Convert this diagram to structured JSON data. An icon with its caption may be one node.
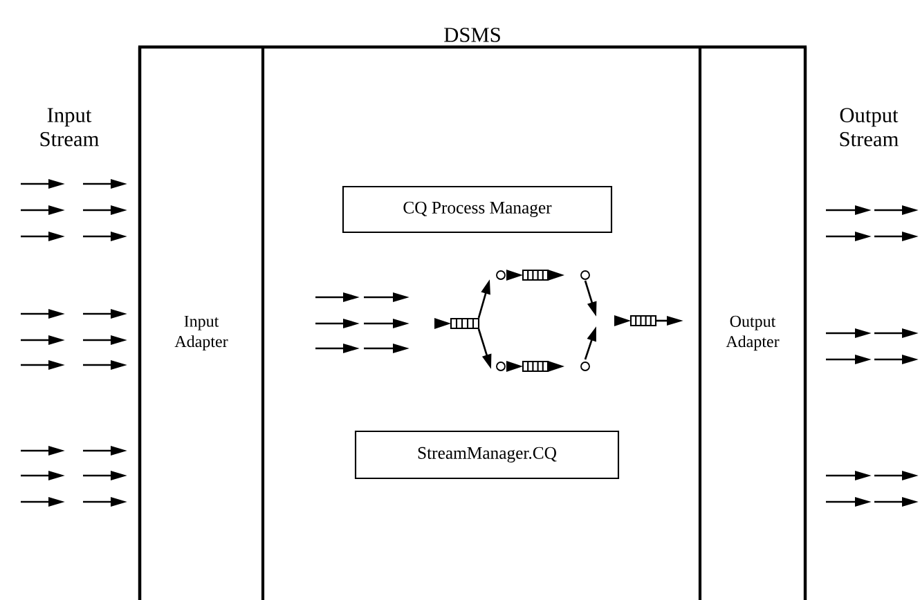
{
  "diagram": {
    "nodes": [
      {
        "text": [
          "DSMS"
        ]
      },
      {
        "text": [
          "Input Adapter"
        ],
        "in": 0
      },
      {
        "text": [
          "Output Adapter"
        ],
        "in": 0
      },
      {
        "text": [
          "CQ Process Manager"
        ],
        "in": 0
      },
      {
        "text": [
          "StreamManager.CQ"
        ],
        "in": 0
      }
    ],
    "labels": [
      "Input Stream",
      "Output Stream"
    ]
  }
}
